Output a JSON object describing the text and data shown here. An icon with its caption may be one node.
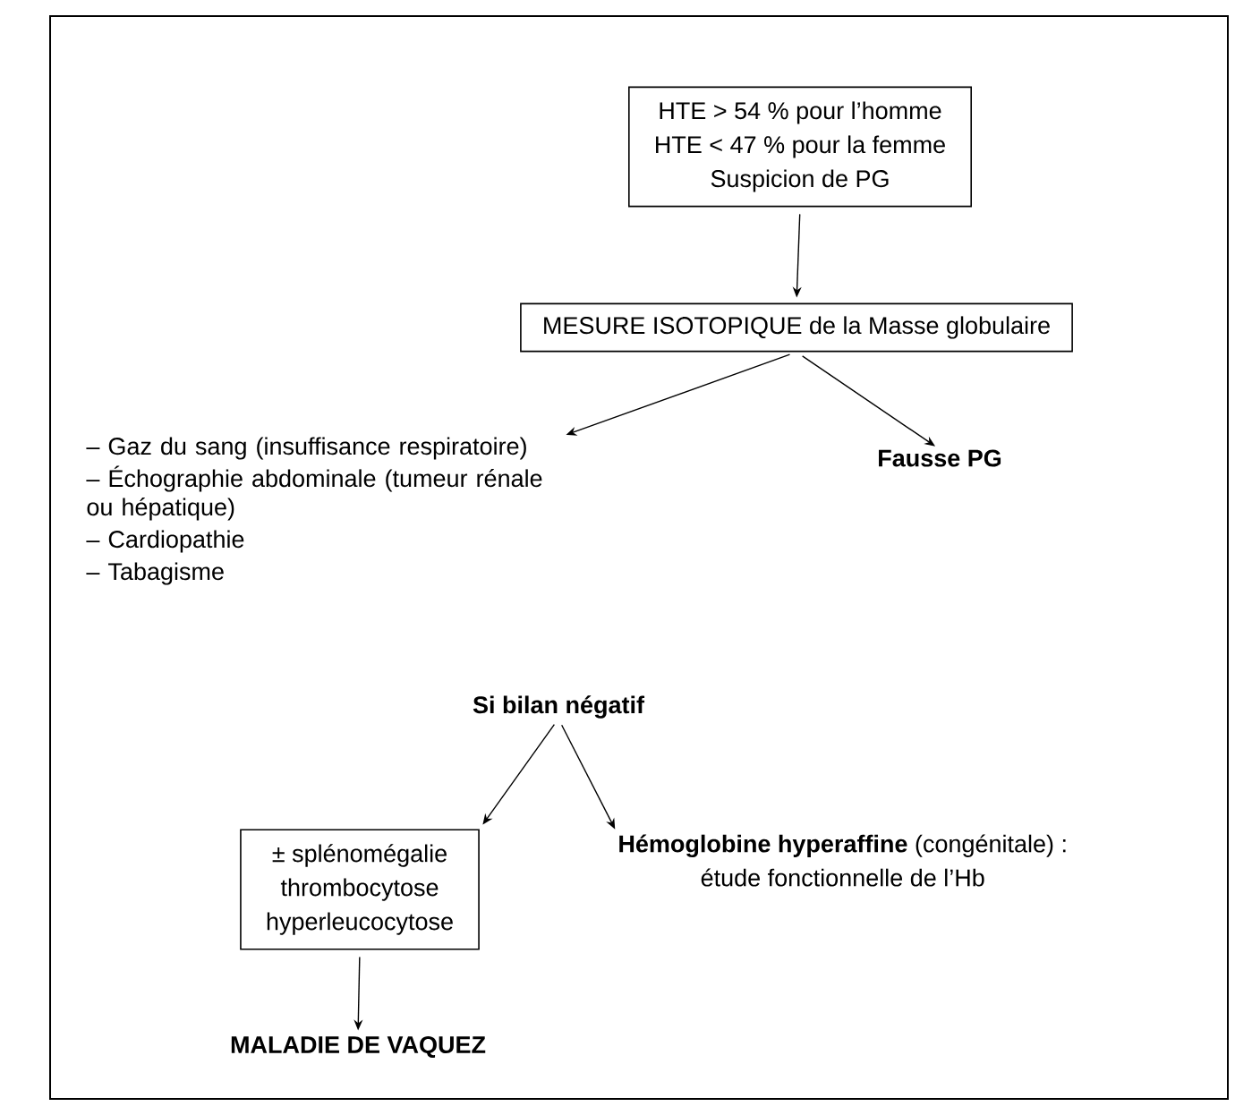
{
  "diagram": {
    "nodes": [
      {
        "text": [
          "HTE > 54 % pour l’homme",
          "HTE < 47 % pour la femme",
          "Suspicion de PG"
        ]
      },
      {
        "text": [
          "MESURE ISOTOPIQUE de la Masse globulaire"
        ]
      },
      {
        "text": [
          "– Gaz du sang (insuffisance respiratoire)",
          "– Échographie abdominale (tumeur rénale ou hépatique)",
          "– Cardiopathie",
          "– Tabagisme"
        ]
      },
      {
        "text": [
          "Fausse PG"
        ]
      },
      {
        "text": [
          "Si bilan négatif"
        ]
      },
      {
        "text": [
          "± splénomégalie",
          "thrombocytose",
          "hyperleucocytose"
        ]
      },
      {
        "text": [
          "**Hémoglobine hyperaffine** (congénitale) :",
          "étude fonctionnelle de l’Hb"
        ]
      },
      {
        "text": [
          "MALADIE DE VAQUEZ"
        ]
      }
    ],
    "edges": [
      {
        "from": 0,
        "to": 1,
        "arrow": "to"
      },
      {
        "from": 1,
        "to": 2,
        "arrow": "to"
      },
      {
        "from": 1,
        "to": 3,
        "arrow": "to"
      },
      {
        "from": 4,
        "to": 5,
        "arrow": "to"
      },
      {
        "from": 4,
        "to": 6,
        "arrow": "to"
      },
      {
        "from": 5,
        "to": 7,
        "arrow": "to"
      }
    ]
  }
}
